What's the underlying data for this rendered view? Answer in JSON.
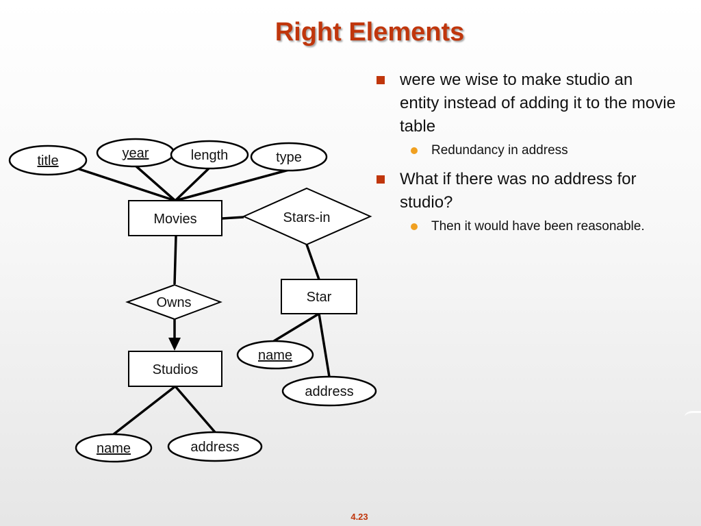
{
  "title": "Right Elements",
  "bullets": [
    {
      "text": "were we wise to make studio an entity instead of adding it to the movie table",
      "sub": [
        "Redundancy in address"
      ]
    },
    {
      "text": "What if there was no address for studio?",
      "sub": [
        "Then it would have been reasonable."
      ]
    }
  ],
  "diagram": {
    "entities": {
      "movies": "Movies",
      "star": "Star",
      "studios": "Studios"
    },
    "relationships": {
      "stars_in": "Stars-in",
      "owns": "Owns"
    },
    "attributes": {
      "movies_title": "title",
      "movies_year": "year",
      "movies_length": "length",
      "movies_type": "type",
      "star_name": "name",
      "star_address": "address",
      "studios_name": "name",
      "studios_address": "address"
    },
    "key_attributes": [
      "movies_title",
      "movies_year",
      "star_name",
      "studios_name"
    ]
  },
  "page_number": "4.23",
  "colors": {
    "title": "#c0360c",
    "bullet_square": "#c0360c",
    "sub_bullet_dot": "#f0a020",
    "footer": "#c0360c"
  }
}
